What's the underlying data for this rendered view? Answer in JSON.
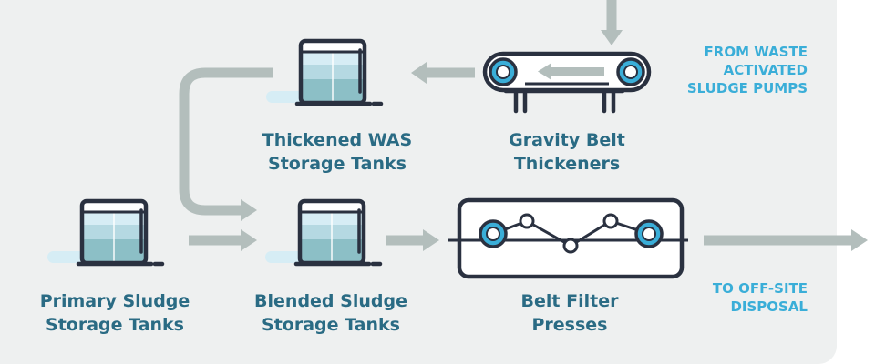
{
  "colors": {
    "dark": "#2a3140",
    "label": "#2a6b84",
    "accent": "#3aaed8",
    "arrow": "#b3bebc",
    "fill_light": "#d6edf5",
    "fill_mid": "#b5d9e2",
    "fill_dark": "#8cbfc6",
    "background": "#eef0f0"
  },
  "nodes": {
    "thickened_was": {
      "line1": "Thickened WAS",
      "line2": "Storage Tanks",
      "icon": "storage-tank-icon"
    },
    "gravity_belt": {
      "line1": "Gravity Belt",
      "line2": "Thickeners",
      "icon": "gravity-belt-thickener-icon"
    },
    "primary_sludge": {
      "line1": "Primary Sludge",
      "line2": "Storage Tanks",
      "icon": "storage-tank-icon"
    },
    "blended_sludge": {
      "line1": "Blended Sludge",
      "line2": "Storage Tanks",
      "icon": "storage-tank-icon"
    },
    "belt_filter": {
      "line1": "Belt Filter",
      "line2": "Presses",
      "icon": "belt-filter-press-icon"
    }
  },
  "notes": {
    "from_was": {
      "lines": [
        "FROM WASTE",
        "ACTIVATED",
        "SLUDGE PUMPS"
      ]
    },
    "offsite": {
      "lines": [
        "TO OFF-SITE",
        "DISPOSAL"
      ]
    }
  }
}
